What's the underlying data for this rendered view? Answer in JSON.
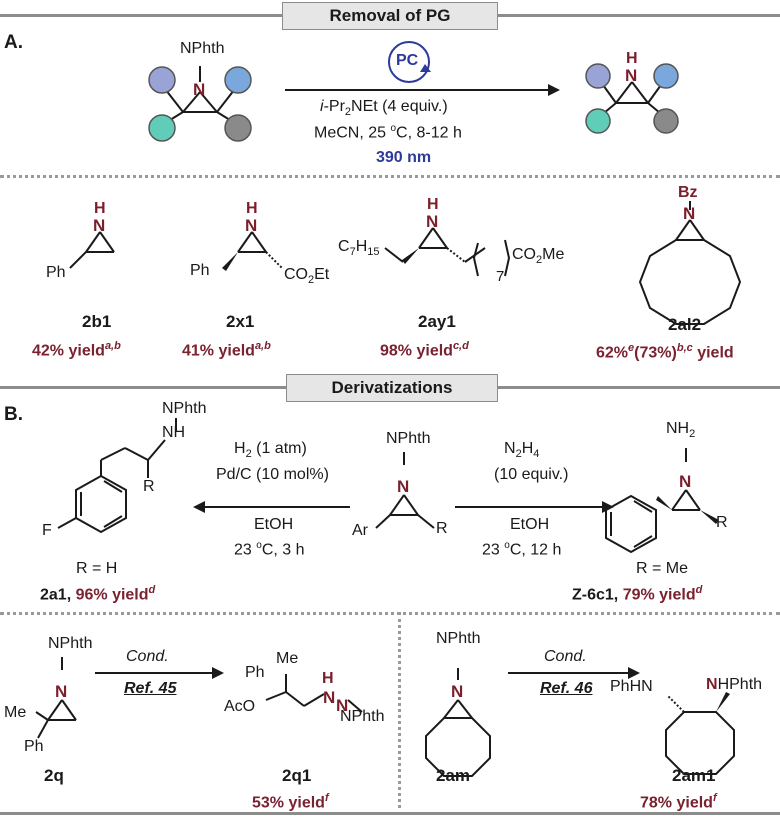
{
  "section_a": {
    "header": "Removal of PG",
    "letter": "A.",
    "reactant_label": "NPhth",
    "photocatalyst": "PC",
    "conditions": [
      "i-Pr2NEt (4 equiv.)",
      "MeCN, 25 oC, 8-12 h"
    ],
    "wavelength": "390 nm",
    "product_label": "H",
    "colors": {
      "purple_ball": "#9aa3d6",
      "blue_ball": "#7aa7dc",
      "green_ball": "#5fcdb8",
      "gray_ball": "#8a8a8a",
      "nitrogen": "#7a1f2b",
      "light": "#2d3a9a"
    },
    "products": [
      {
        "id": "2b1",
        "yield": "42% yield",
        "notes": "a,b"
      },
      {
        "id": "2x1",
        "yield": "41% yield",
        "notes": "a,b"
      },
      {
        "id": "2ay1",
        "yield": "98% yield",
        "notes": "c,d"
      },
      {
        "id": "2al2",
        "yield": "62%e(73%)b,c yield",
        "notes": ""
      }
    ]
  },
  "section_b": {
    "header": "Derivatizations",
    "letter": "B.",
    "left_reagents": [
      "H2 (1 atm)",
      "Pd/C (10 mol%)",
      "EtOH",
      "23 oC, 3 h"
    ],
    "right_reagents": [
      "N2H4",
      "(10 equiv.)",
      "EtOH",
      "23 oC, 12 h"
    ],
    "left_product": {
      "r": "R = H",
      "id": "2a1",
      "yield": "96% yield",
      "note": "d"
    },
    "right_product": {
      "r": "R = Me",
      "id": "Z-6c1",
      "yield": "79% yield",
      "note": "d"
    },
    "bottom_left": {
      "sm": "2q",
      "cond": "Cond.",
      "ref": "Ref. 45",
      "product": "2q1",
      "yield": "53% yield",
      "note": "f"
    },
    "bottom_right": {
      "sm": "2am",
      "cond": "Cond.",
      "ref": "Ref. 46",
      "product": "2am1",
      "yield": "78% yield",
      "note": "f"
    }
  }
}
